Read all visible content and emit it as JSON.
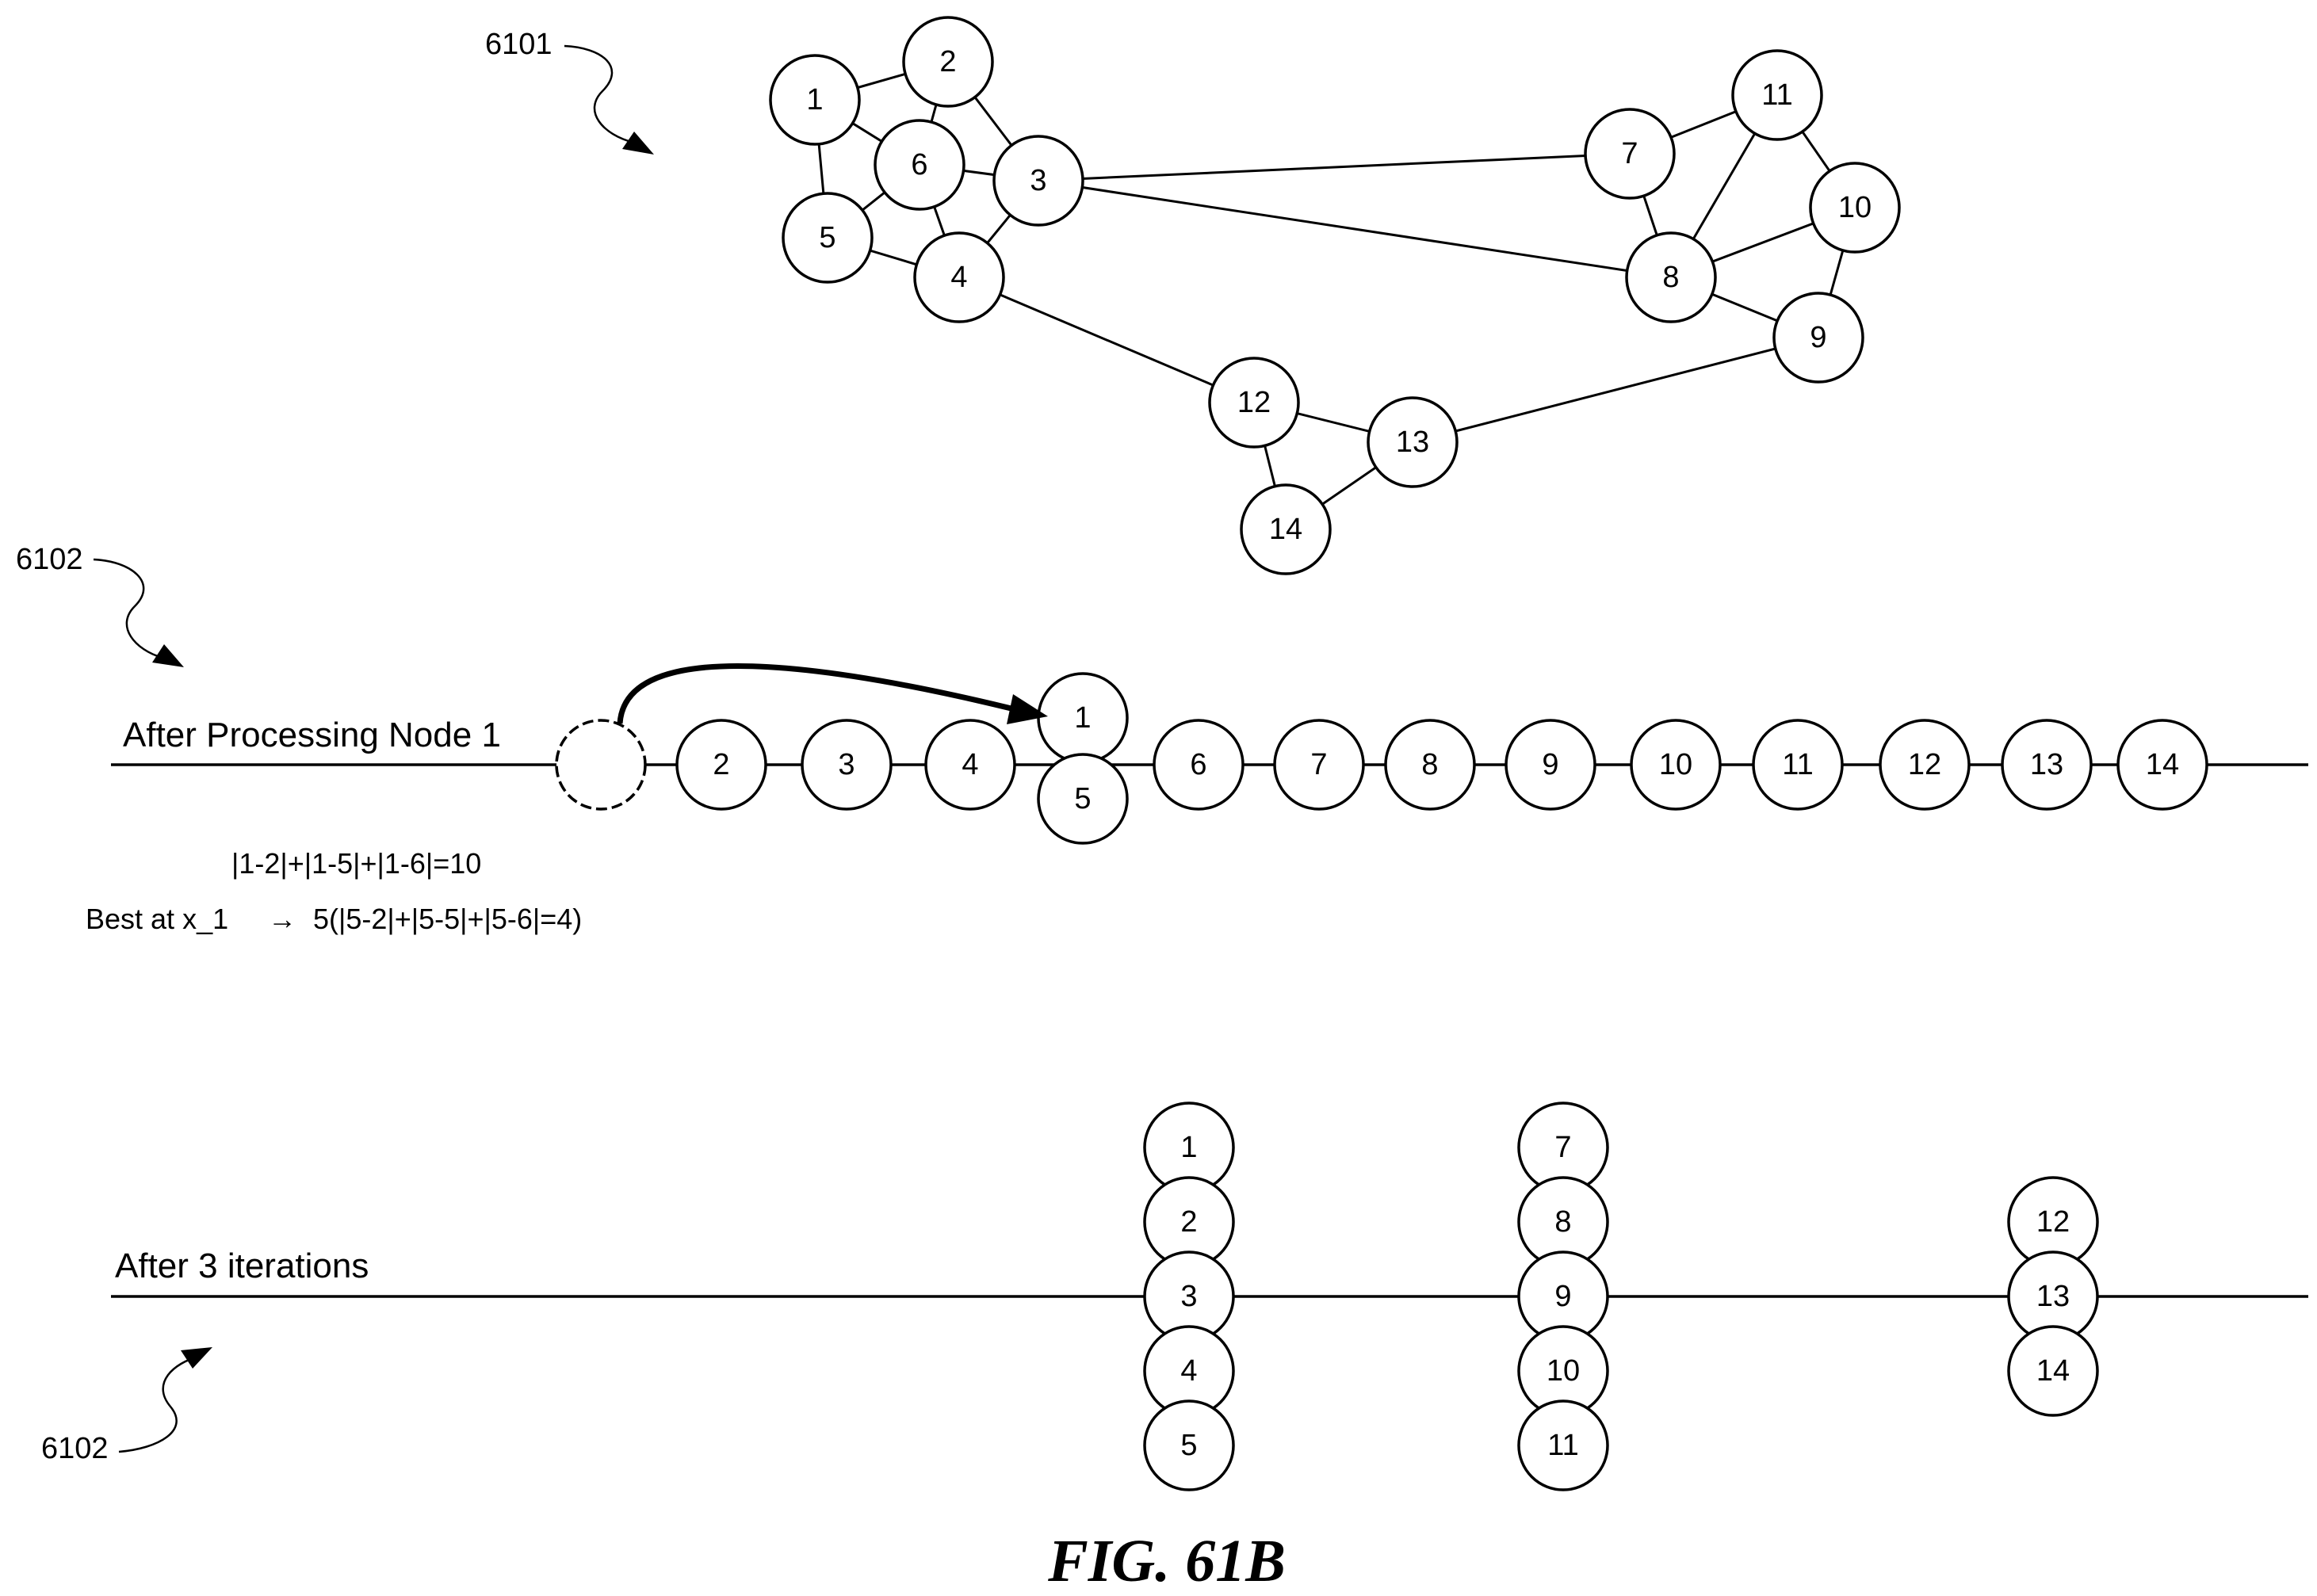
{
  "reference_labels": {
    "graph": "6101",
    "row_after_processing": "6102",
    "row_after_iterations": "6102"
  },
  "graph": {
    "nodes": [
      "1",
      "2",
      "3",
      "4",
      "5",
      "6",
      "7",
      "8",
      "9",
      "10",
      "11",
      "12",
      "13",
      "14"
    ],
    "edges": [
      [
        "1",
        "2"
      ],
      [
        "1",
        "6"
      ],
      [
        "1",
        "5"
      ],
      [
        "2",
        "6"
      ],
      [
        "2",
        "3"
      ],
      [
        "6",
        "3"
      ],
      [
        "6",
        "4"
      ],
      [
        "6",
        "5"
      ],
      [
        "5",
        "4"
      ],
      [
        "3",
        "4"
      ],
      [
        "3",
        "7"
      ],
      [
        "3",
        "8"
      ],
      [
        "4",
        "12"
      ],
      [
        "7",
        "11"
      ],
      [
        "7",
        "8"
      ],
      [
        "11",
        "8"
      ],
      [
        "11",
        "10"
      ],
      [
        "8",
        "10"
      ],
      [
        "8",
        "9"
      ],
      [
        "10",
        "9"
      ],
      [
        "9",
        "13"
      ],
      [
        "12",
        "13"
      ],
      [
        "12",
        "14"
      ],
      [
        "13",
        "14"
      ]
    ]
  },
  "row1": {
    "title": "After Processing Node 1",
    "line_nodes": [
      "2",
      "3",
      "4",
      "6",
      "7",
      "8",
      "9",
      "10",
      "11",
      "12",
      "13",
      "14"
    ],
    "moved_node": "1",
    "stacked_with_moved": "5",
    "calc_line1": "|1-2|+|1-5|+|1-6|=10",
    "calc_line2_prefix": "Best at x_1",
    "calc_line2_arrow": "→",
    "calc_line2_suffix": "5(|5-2|+|5-5|+|5-6|=4)"
  },
  "row2": {
    "title": "After 3 iterations",
    "clusters": [
      [
        "1",
        "2",
        "3",
        "4",
        "5"
      ],
      [
        "7",
        "8",
        "9",
        "10",
        "11"
      ],
      [
        "12",
        "13",
        "14"
      ]
    ]
  },
  "caption": "FIG. 61B"
}
